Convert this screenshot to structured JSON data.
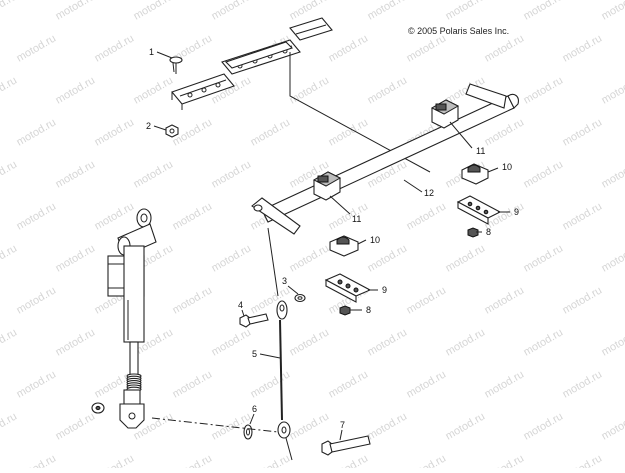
{
  "copyright": "© 2005 Polaris Sales Inc.",
  "watermark": "motod.ru",
  "callouts": [
    "1",
    "2",
    "3",
    "4",
    "5",
    "6",
    "7",
    "8",
    "8",
    "9",
    "9",
    "10",
    "10",
    "11",
    "11",
    "12"
  ]
}
